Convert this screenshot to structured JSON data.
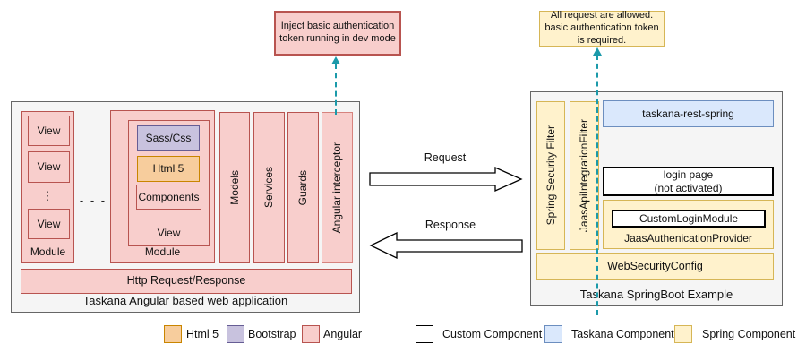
{
  "colors": {
    "angular_fill": "#f8cecc",
    "angular_stroke": "#b85450",
    "html5_fill": "#f7cd9d",
    "html5_stroke": "#c98500",
    "bootstrap_fill": "#c8c2de",
    "bootstrap_stroke": "#665d94",
    "spring_fill": "#fff2cc",
    "spring_stroke": "#d6b656",
    "taskana_fill": "#dae8fc",
    "taskana_stroke": "#6c8ebf",
    "custom_fill": "#ffffff",
    "custom_stroke": "#000000",
    "container_fill": "#f5f5f5",
    "container_stroke": "#666666",
    "dashed_link_color": "#1b9aaa"
  },
  "notes": {
    "left": "Inject basic authentication token running in dev mode",
    "right": "All request are allowed. basic authentication token is required."
  },
  "left_app": {
    "title": "Taskana Angular based web application",
    "module1": {
      "label": "Module",
      "views": [
        "View",
        "View",
        "View"
      ],
      "dots": "⋮"
    },
    "between_modules_dots": "- - -",
    "module2": {
      "label": "Module",
      "view": {
        "label": "View",
        "sass": "Sass/Css",
        "html5": "Html 5",
        "components": "Components"
      }
    },
    "pillars": [
      "Models",
      "Services",
      "Guards",
      "Angular interceptor"
    ],
    "http": "Http Request/Response"
  },
  "arrows": {
    "request": "Request",
    "response": "Response"
  },
  "right_app": {
    "title": "Taskana SpringBoot Example",
    "filters": [
      "Spring Security Filter",
      "JaasApiIntegrationFilter"
    ],
    "rest": "taskana-rest-spring",
    "login_line1": "login page",
    "login_line2": "(not activated)",
    "custom_login": "CustomLoginModule",
    "provider": "JaasAuthenicationProvider",
    "websecurity": "WebSecurityConfig"
  },
  "legend": [
    {
      "label": "Html 5"
    },
    {
      "label": "Bootstrap"
    },
    {
      "label": "Angular"
    },
    {
      "label": "Custom Component"
    },
    {
      "label": "Taskana Component"
    },
    {
      "label": "Spring Component"
    }
  ]
}
